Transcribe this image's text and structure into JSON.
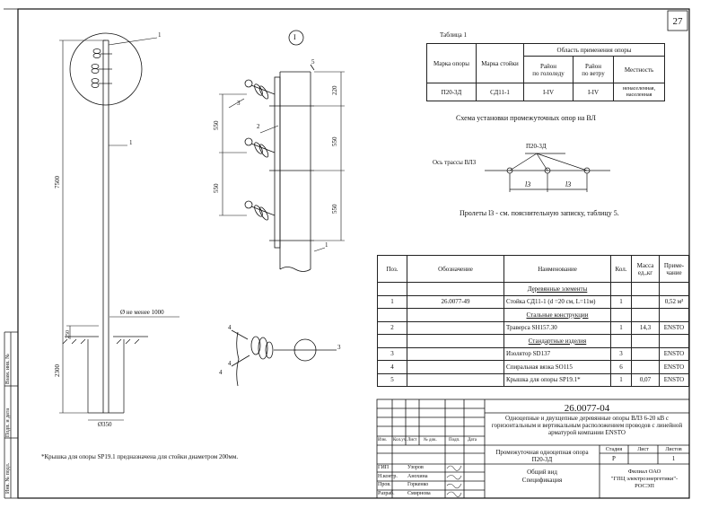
{
  "sheet_number": "27",
  "callouts": {
    "c1": "1",
    "c2": "2",
    "c3": "3",
    "c4": "4",
    "c5": "5",
    "c1b": "1",
    "c3b": "3",
    "c4b": "4",
    "c4c": "4",
    "c1c": "1",
    "roman": "I"
  },
  "left_dims": {
    "height": "7500",
    "embed": "2300",
    "d_small": "250",
    "dia_note": "Ø не менее 1000",
    "dia_base": "Ø350"
  },
  "detail_dims": {
    "a": "550",
    "b": "550",
    "c": "220",
    "d": "550",
    "e": "550"
  },
  "table1": {
    "title": "Таблица 1",
    "h_mark": "Марка опоры",
    "h_post": "Марка стойки",
    "h_area": "Область применения опоры",
    "h_ice": [
      "Район",
      "по гололеду"
    ],
    "h_wind": [
      "Район",
      "по ветру"
    ],
    "h_place": "Местность",
    "row": {
      "mark": "П20-3Д",
      "post": "СД11-1",
      "ice": "I-IV",
      "wind": "I-IV",
      "place": "ненаселенная, населенная"
    }
  },
  "scheme": {
    "title": "Схема установки промежуточных опор на ВЛ",
    "label": "П20-3Д",
    "axis": "Ось трассы ВЛЗ",
    "l1": "l3",
    "l2": "l3",
    "note": "Пролеты  l3 - см. пояснительную записку, таблицу 5."
  },
  "spec": {
    "headers": [
      "Поз.",
      "Обозначение",
      "Наименование",
      "Кол.",
      "Масса ед.,кг",
      "Приме-чание"
    ],
    "rows": [
      {
        "pos": "",
        "code": "",
        "name": "Деревянные элементы",
        "qty": "",
        "mass": "",
        "note": ""
      },
      {
        "pos": "1",
        "code": "26.0077-49",
        "name": "Стойка СД11-1 (d =20 см, L=11м)",
        "qty": "1",
        "mass": "",
        "note": "0,52 м³"
      },
      {
        "pos": "",
        "code": "",
        "name": "Стальные конструкции",
        "qty": "",
        "mass": "",
        "note": ""
      },
      {
        "pos": "2",
        "code": "",
        "name": "Траверса SH157.30",
        "qty": "1",
        "mass": "14,3",
        "note": "ENSTO"
      },
      {
        "pos": "",
        "code": "",
        "name": "Стандартные изделия",
        "qty": "",
        "mass": "",
        "note": ""
      },
      {
        "pos": "3",
        "code": "",
        "name": "Изолятор SD137",
        "qty": "3",
        "mass": "",
        "note": "ENSTO"
      },
      {
        "pos": "4",
        "code": "",
        "name": "Спиральная вязка SO115",
        "qty": "6",
        "mass": "",
        "note": "ENSTO"
      },
      {
        "pos": "5",
        "code": "",
        "name": "Крышка для опоры SP19.1*",
        "qty": "1",
        "mass": "0,07",
        "note": "ENSTO"
      }
    ]
  },
  "footnote": "*Крышка для опоры SP19.1 предназначена для стойки диаметром 200мм.",
  "stamp": {
    "code": "26.0077-04",
    "title": "Одноцепные и двухцепные деревянные опоры ВЛЗ 6-20 кВ с горизонтальным и вертикальным расположением проводов с линейной арматурой компании ENSTO",
    "heads": [
      "Изм.",
      "Кол.уч.",
      "Лист",
      "№ док.",
      "Подп.",
      "Дата"
    ],
    "people": [
      [
        "ГИП",
        "Узоров"
      ],
      [
        "Н.контр.",
        "Анохина"
      ],
      [
        "Пров.",
        "Горкенко"
      ],
      [
        "Разраб.",
        "Смирнова"
      ]
    ],
    "sheet_title": [
      "Промежуточная одноцепная опора",
      "П20-3Д"
    ],
    "stage_h": "Стадия",
    "sheet_h": "Лист",
    "sheets_h": "Листов",
    "stage": "Р",
    "sheet": "",
    "sheets": "1",
    "content": [
      "Общий вид",
      "Спецификация"
    ],
    "org": [
      "Филиал ОАО",
      "\"ГПЦ электроэнергетики\"-",
      "РОСЭП"
    ]
  },
  "margin_labels": [
    "Инв. № подл.",
    "Подп. и дата",
    "Взам. инв. №"
  ]
}
